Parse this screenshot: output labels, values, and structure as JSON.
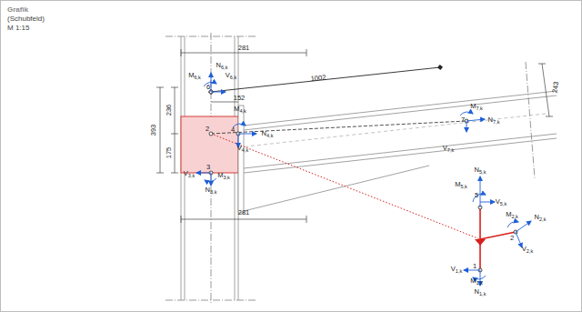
{
  "diagram": {
    "title": "Grafik",
    "labels": [
      "(Schubfeld)",
      "M 1:15",
      "281",
      "N6,k",
      "M6,k",
      "6",
      "V6,k",
      "152",
      "1002",
      "236",
      "393",
      "2",
      "175",
      "M4,k",
      "4",
      "N4,k",
      "V4,k",
      "M7,k",
      "7",
      "N7,k",
      "V7,k",
      "243",
      "V3,k",
      "3",
      "M3,k",
      "N3,k",
      "281",
      "N5,k",
      "M5,k",
      "5",
      "V5,k",
      "M2,k",
      "N2,k",
      "2",
      "V2,k",
      "1",
      "V1,k",
      "M1,k",
      "N1,k"
    ]
  }
}
